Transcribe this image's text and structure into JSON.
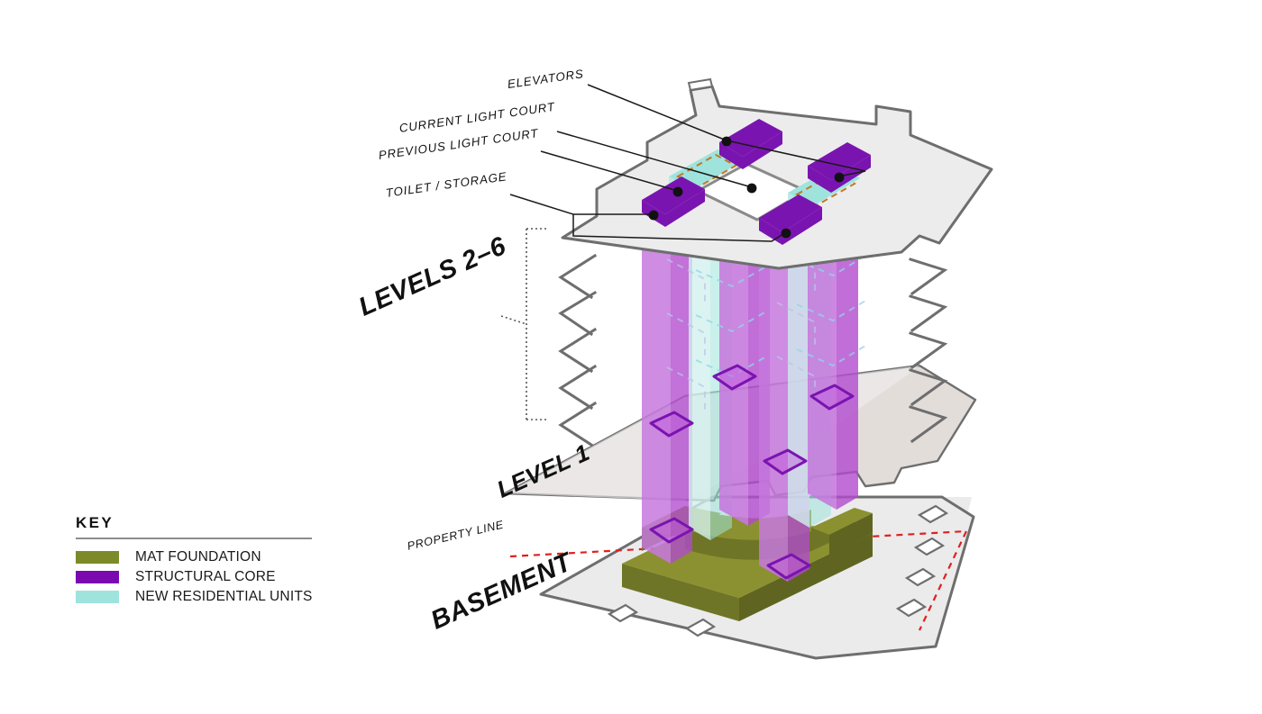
{
  "figure": {
    "type": "axonometric-exploded-building-diagram",
    "background_color": "#ffffff"
  },
  "key": {
    "title": "KEY",
    "items": [
      {
        "label": "MAT FOUNDATION",
        "color": "#7d8a2a"
      },
      {
        "label": "STRUCTURAL CORE",
        "color": "#7a0ab0"
      },
      {
        "label": "NEW RESIDENTIAL UNITS",
        "color": "#9fe3dd"
      }
    ]
  },
  "callouts": [
    {
      "name": "elevators",
      "label": "ELEVATORS"
    },
    {
      "name": "current-light-court",
      "label": "CURRENT LIGHT COURT"
    },
    {
      "name": "previous-light-court",
      "label": "PREVIOUS LIGHT COURT"
    },
    {
      "name": "toilet-storage",
      "label": "TOILET / STORAGE"
    }
  ],
  "level_tags": [
    {
      "name": "levels-2-6",
      "label": "LEVELS 2–6"
    },
    {
      "name": "level-1",
      "label": "LEVEL 1"
    },
    {
      "name": "basement",
      "label": "BASEMENT"
    }
  ],
  "annotations": [
    {
      "name": "property-line",
      "label": "PROPERTY LINE",
      "color": "#e02020",
      "style": "dashed"
    }
  ],
  "palette": {
    "mat_foundation_top": "#8b9130",
    "mat_foundation_side": "#6f7526",
    "structural_core_solid": "#7a14b0",
    "structural_core_face_light": "#c578dd",
    "structural_core_face_mid": "#c04fd8",
    "residential_cyan": "#9fe3dd",
    "residential_cyan_light": "#d2f1ee",
    "plate_roof": "#ececec",
    "plate_level1": "#d8d0cc",
    "plate_basement": "#ebebeb",
    "outline_gray": "#6e6e6e",
    "previous_court_dash": "#c07a28",
    "property_line": "#e02020",
    "leader_line": "#1a1a1a"
  },
  "geometry_notes": {
    "levels_2_6_count": 5,
    "core_shafts": 4,
    "residential_shafts": 2
  }
}
